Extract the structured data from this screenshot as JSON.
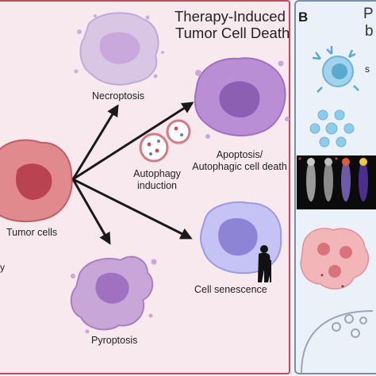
{
  "panel_a": {
    "title_line1": "Therapy-Induced",
    "title_line2": "Tumor Cell Death",
    "labels": {
      "tumor_cells": "Tumor cells",
      "necroptosis": "Necroptosis",
      "autophagy_line1": "Autophagy",
      "autophagy_line2": "induction",
      "apoptosis_line1": "Apoptosis/",
      "apoptosis_line2": "Autophagic cell death",
      "senescence": "Cell senescence",
      "pyroptosis": "Pyroptosis"
    },
    "left_fragment": "y"
  },
  "panel_b": {
    "letter": "B",
    "title_fragment_1": "P",
    "title_fragment_2": "b",
    "small_fragment": "s"
  },
  "colors": {
    "panel_a_border": "#c54a5e",
    "tumor_cell": "#d96f78",
    "death_cells": "#b08ac6",
    "senescent_cell": "#b7b4ee",
    "arrows": "#1a1a1a"
  }
}
